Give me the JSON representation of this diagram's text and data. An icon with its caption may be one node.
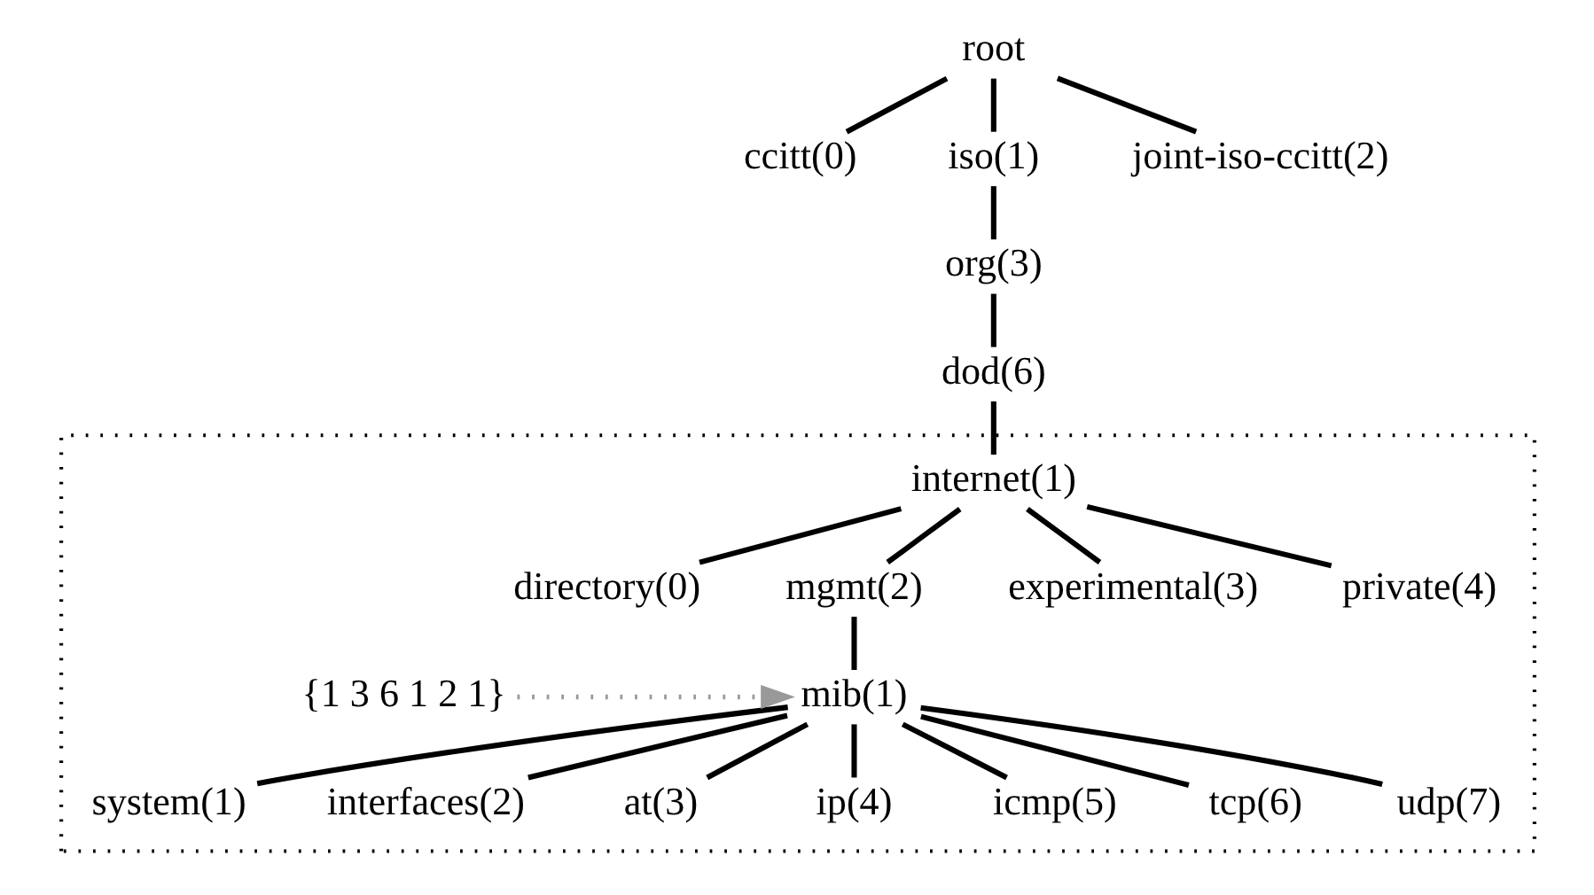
{
  "diagram": {
    "nodes": [
      {
        "text": [
          "root"
        ]
      },
      {
        "text": [
          "ccitt(0)"
        ]
      },
      {
        "text": [
          "iso(1)"
        ]
      },
      {
        "text": [
          "joint-iso-ccitt(2)"
        ]
      },
      {
        "text": [
          "org(3)"
        ]
      },
      {
        "text": [
          "dod(6)"
        ]
      },
      {
        "text": [],
        "shape": "box"
      },
      {
        "text": [
          "internet(1)"
        ],
        "in": 6
      },
      {
        "text": [
          "directory(0)"
        ],
        "in": 6
      },
      {
        "text": [
          "mgmt(2)"
        ],
        "in": 6
      },
      {
        "text": [
          "experimental(3)"
        ],
        "in": 6
      },
      {
        "text": [
          "private(4)"
        ],
        "in": 6
      },
      {
        "text": [
          "mib(1)"
        ],
        "in": 6
      },
      {
        "text": [
          "system(1)"
        ],
        "in": 6
      },
      {
        "text": [
          "interfaces(2)"
        ],
        "in": 6
      },
      {
        "text": [
          "at(3)"
        ],
        "in": 6
      },
      {
        "text": [
          "ip(4)"
        ],
        "in": 6
      },
      {
        "text": [
          "icmp(5)"
        ],
        "in": 6
      },
      {
        "text": [
          "tcp(6)"
        ],
        "in": 6
      },
      {
        "text": [
          "udp(7)"
        ],
        "in": 6
      },
      {
        "text": [
          "{1 3 6 1 2 1}"
        ],
        "in": 6
      }
    ],
    "edges": [
      {
        "from": 0,
        "to": 1,
        "arrow": "none"
      },
      {
        "from": 0,
        "to": 2,
        "arrow": "none"
      },
      {
        "from": 0,
        "to": 3,
        "arrow": "none"
      },
      {
        "from": 2,
        "to": 4,
        "arrow": "none"
      },
      {
        "from": 4,
        "to": 5,
        "arrow": "none"
      },
      {
        "from": 5,
        "to": 7,
        "arrow": "none"
      },
      {
        "from": 7,
        "to": 8,
        "arrow": "none"
      },
      {
        "from": 7,
        "to": 9,
        "arrow": "none"
      },
      {
        "from": 7,
        "to": 10,
        "arrow": "none"
      },
      {
        "from": 7,
        "to": 11,
        "arrow": "none"
      },
      {
        "from": 9,
        "to": 12,
        "arrow": "none"
      },
      {
        "from": 12,
        "to": 13,
        "arrow": "none"
      },
      {
        "from": 12,
        "to": 14,
        "arrow": "none"
      },
      {
        "from": 12,
        "to": 15,
        "arrow": "none"
      },
      {
        "from": 12,
        "to": 16,
        "arrow": "none"
      },
      {
        "from": 12,
        "to": 17,
        "arrow": "none"
      },
      {
        "from": 12,
        "to": 18,
        "arrow": "none"
      },
      {
        "from": 12,
        "to": 19,
        "arrow": "none"
      },
      {
        "from": 20,
        "to": 12,
        "arrow": "to",
        "style": "dashed",
        "color": "#999999"
      }
    ]
  }
}
